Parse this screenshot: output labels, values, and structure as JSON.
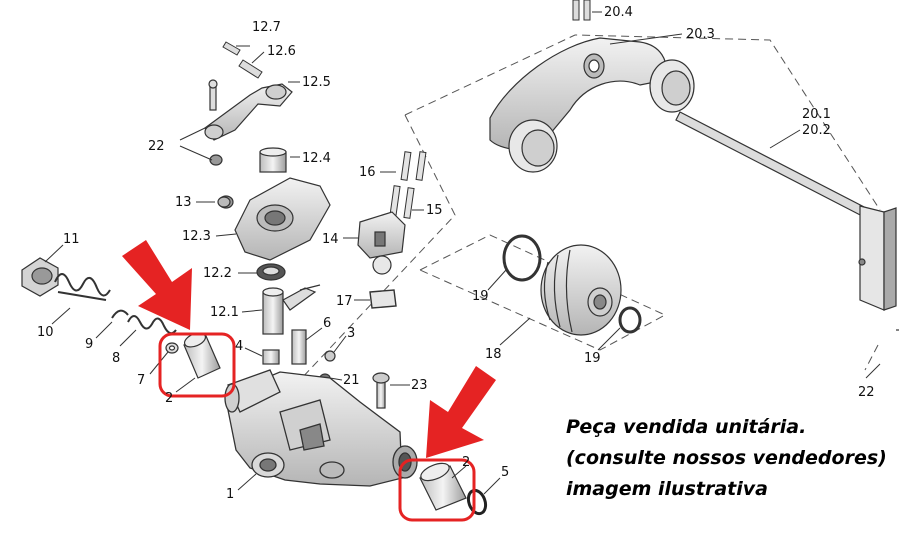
{
  "part_labels": {
    "p12_7": "12.7",
    "p12_6": "12.6",
    "p12_5": "12.5",
    "p12_4": "12.4",
    "p12_3": "12.3",
    "p12_2": "12.2",
    "p12_1": "12.1",
    "p22a": "22",
    "p13": "13",
    "p11": "11",
    "p10": "10",
    "p9": "9",
    "p8": "8",
    "p7": "7",
    "p2a": "2",
    "p4": "4",
    "p6": "6",
    "p3": "3",
    "p21": "21",
    "p23": "23",
    "p1": "1",
    "p2b": "2",
    "p5": "5",
    "p16": "16",
    "p15": "15",
    "p14": "14",
    "p17": "17",
    "p19a": "19",
    "p18": "18",
    "p19b": "19",
    "p20_4": "20.4",
    "p20_3": "20.3",
    "p20_1": "20.1",
    "p20_2": "20.2",
    "p22b": "22"
  },
  "note": {
    "line1": "Peça vendida unitária.",
    "line2": "(consulte nossos vendedores)",
    "line3": "imagem ilustrativa"
  },
  "colors": {
    "highlight": "#e52323",
    "line": "#333333",
    "part_fill": "#e6e6e6",
    "part_dark": "#8a8a8a"
  }
}
